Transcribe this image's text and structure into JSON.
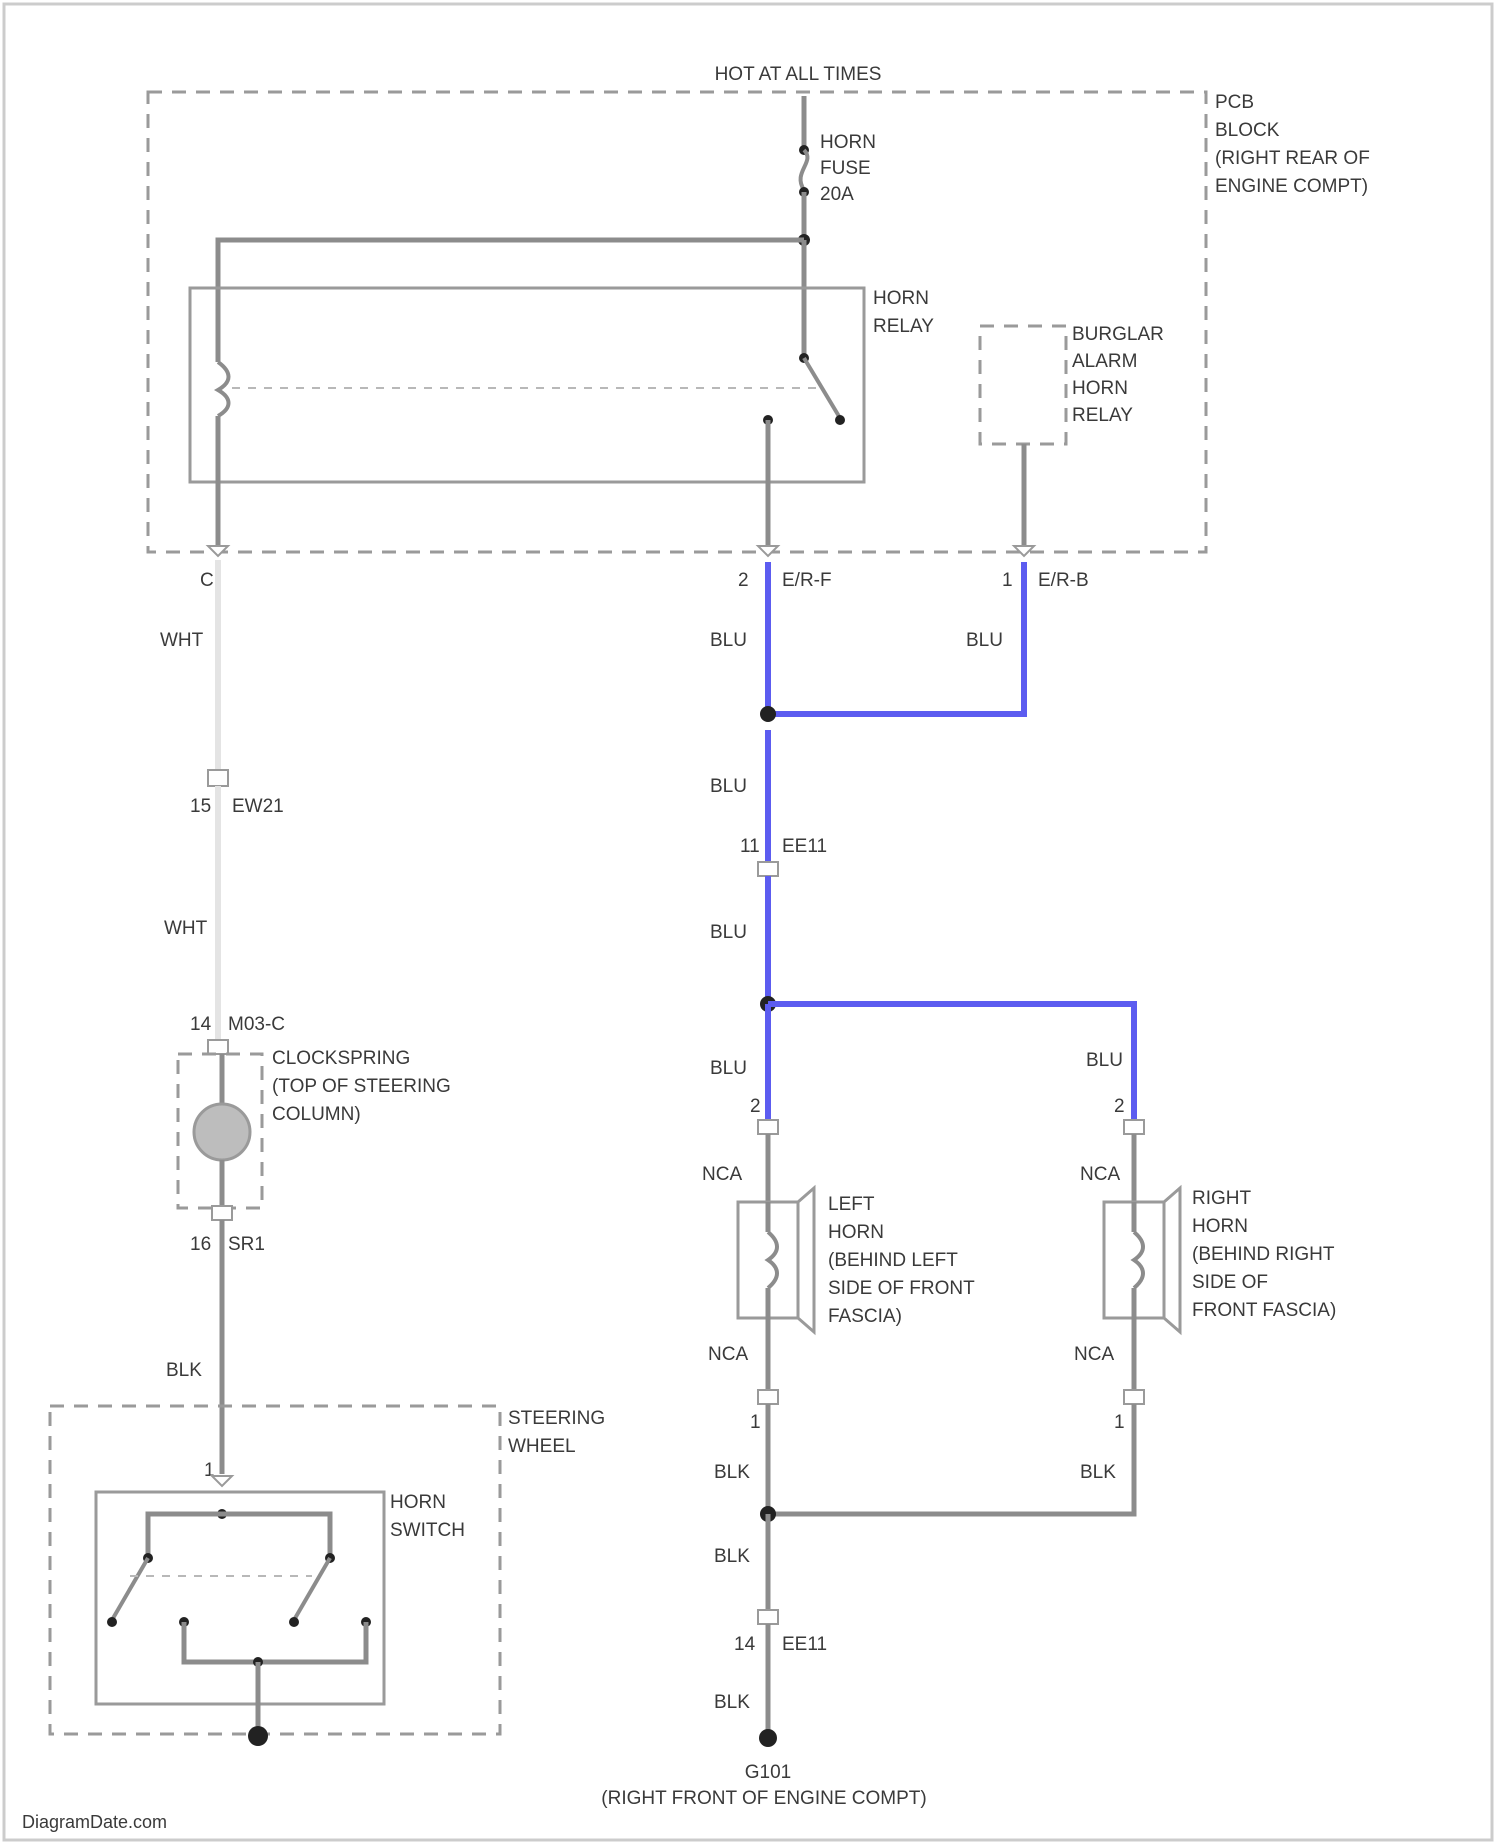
{
  "title": "HOT AT ALL TIMES",
  "pcb_block": {
    "lines": [
      "PCB",
      "BLOCK",
      "(RIGHT REAR OF",
      "ENGINE COMPT)"
    ],
    "fuse_lines": [
      "HORN",
      "FUSE",
      "20A"
    ],
    "horn_relay_lines": [
      "HORN",
      "RELAY"
    ],
    "burglar_relay_lines": [
      "BURGLAR",
      "ALARM",
      "HORN",
      "RELAY"
    ],
    "pins": {
      "left_pin": "C",
      "mid_pin": "2",
      "mid_conn": "E/R-F",
      "right_pin": "1",
      "right_conn": "E/R-B"
    }
  },
  "left_circuit": {
    "wire_top": "WHT",
    "conn1_pin": "15",
    "conn1_id": "EW21",
    "wire_mid": "WHT",
    "conn2_pin": "14",
    "conn2_id": "M03-C",
    "clockspring_lines": [
      "CLOCKSPRING",
      "(TOP OF STEERING",
      "COLUMN)"
    ],
    "conn3_pin": "16",
    "conn3_id": "SR1",
    "wire_bottom": "BLK",
    "steering_wheel_lines": [
      "STEERING",
      "WHEEL"
    ],
    "horn_switch_pin": "1",
    "horn_switch_lines": [
      "HORN",
      "SWITCH"
    ]
  },
  "right_circuit": {
    "wire_blu_1": "BLU",
    "wire_blu_2": "BLU",
    "wire_blu_3": "BLU",
    "conn_ee11_pin": "11",
    "conn_ee11_id": "EE11",
    "wire_blu_4": "BLU",
    "wire_blu_5": "BLU",
    "wire_blu_6": "BLU",
    "left_horn_pin_top": "2",
    "right_horn_pin_top": "2",
    "nca_1": "NCA",
    "nca_2": "NCA",
    "nca_3": "NCA",
    "nca_4": "NCA",
    "left_horn_lines": [
      "LEFT",
      "HORN",
      "(BEHIND LEFT",
      "SIDE OF FRONT",
      "FASCIA)"
    ],
    "right_horn_lines": [
      "RIGHT",
      "HORN",
      "(BEHIND RIGHT",
      "SIDE OF",
      "FRONT FASCIA)"
    ],
    "left_horn_pin_bottom": "1",
    "right_horn_pin_bottom": "1",
    "blk_1": "BLK",
    "blk_2": "BLK",
    "blk_3": "BLK",
    "conn_ground_pin": "14",
    "conn_ground_id": "EE11",
    "blk_4": "BLK",
    "ground_id": "G101",
    "ground_location": "(RIGHT FRONT OF ENGINE COMPT)"
  },
  "watermark": "DiagramDate.com",
  "colors": {
    "blu_wire": "#5c5cf0",
    "wht_wire": "#e4e4e4",
    "blk_wire": "#8c8c8c"
  }
}
